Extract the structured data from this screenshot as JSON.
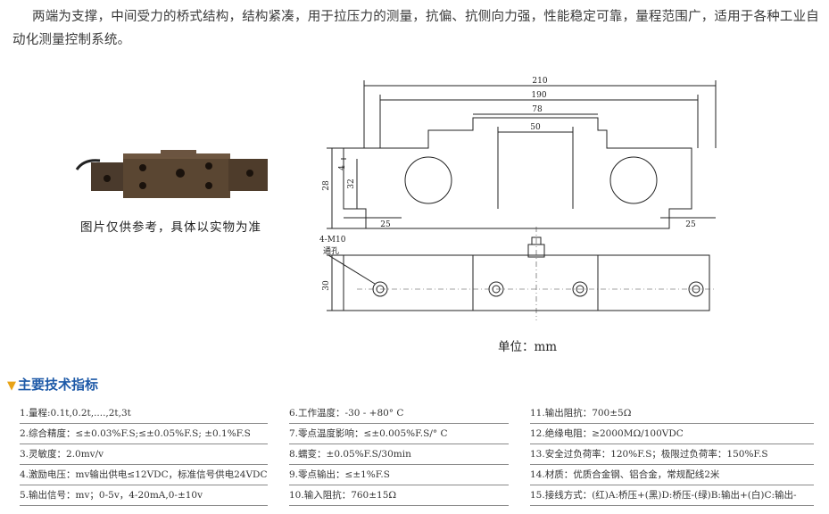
{
  "intro": "两端为支撑，中间受力的桥式结构，结构紧凑，用于拉压力的测量，抗偏、抗侧向力强，性能稳定可靠，量程范围广，适用于各种工业自动化测量控制系统。",
  "photo_caption": "图片仅供参考，具体以实物为准",
  "drawing": {
    "dims": {
      "d210": "210",
      "d190": "190",
      "d78": "78",
      "d50": "50",
      "d28": "28",
      "d32": "32",
      "d4": "4",
      "d25_left": "25",
      "d25_right": "25",
      "d30": "30"
    },
    "hole_label": "4-M10",
    "hole_label2": "通孔"
  },
  "unit_label": "单位：mm",
  "spec_title": "主要技术指标",
  "specs": {
    "col1": [
      "1.量程:0.1t,0.2t,....,2t,3t",
      "2.综合精度：≤±0.03%F.S;≤±0.05%F.S; ±0.1%F.S",
      "3.灵敏度：2.0mv/v",
      "4.激励电压：mv输出供电≤12VDC，标准信号供电24VDC",
      "5.输出信号：mv；0-5v，4-20mA,0-±10v"
    ],
    "col2": [
      "6.工作温度：-30 - +80° C",
      "7.零点温度影响：≤±0.005%F.S/° C",
      "8.蠕变：±0.05%F.S/30min",
      "9.零点输出：≤±1%F.S",
      "10.输入阻抗：760±15Ω"
    ],
    "col3": [
      "11.输出阻抗：700±5Ω",
      "12.绝缘电阻：≥2000MΩ/100VDC",
      "13.安全过负荷率：120%F.S；极限过负荷率：150%F.S",
      "14.材质：优质合金钢、铝合金，常规配线2米",
      "15.接线方式：(红)A:桥压+(黑)D:桥压-(绿)B:输出+(白)C:输出-"
    ]
  }
}
